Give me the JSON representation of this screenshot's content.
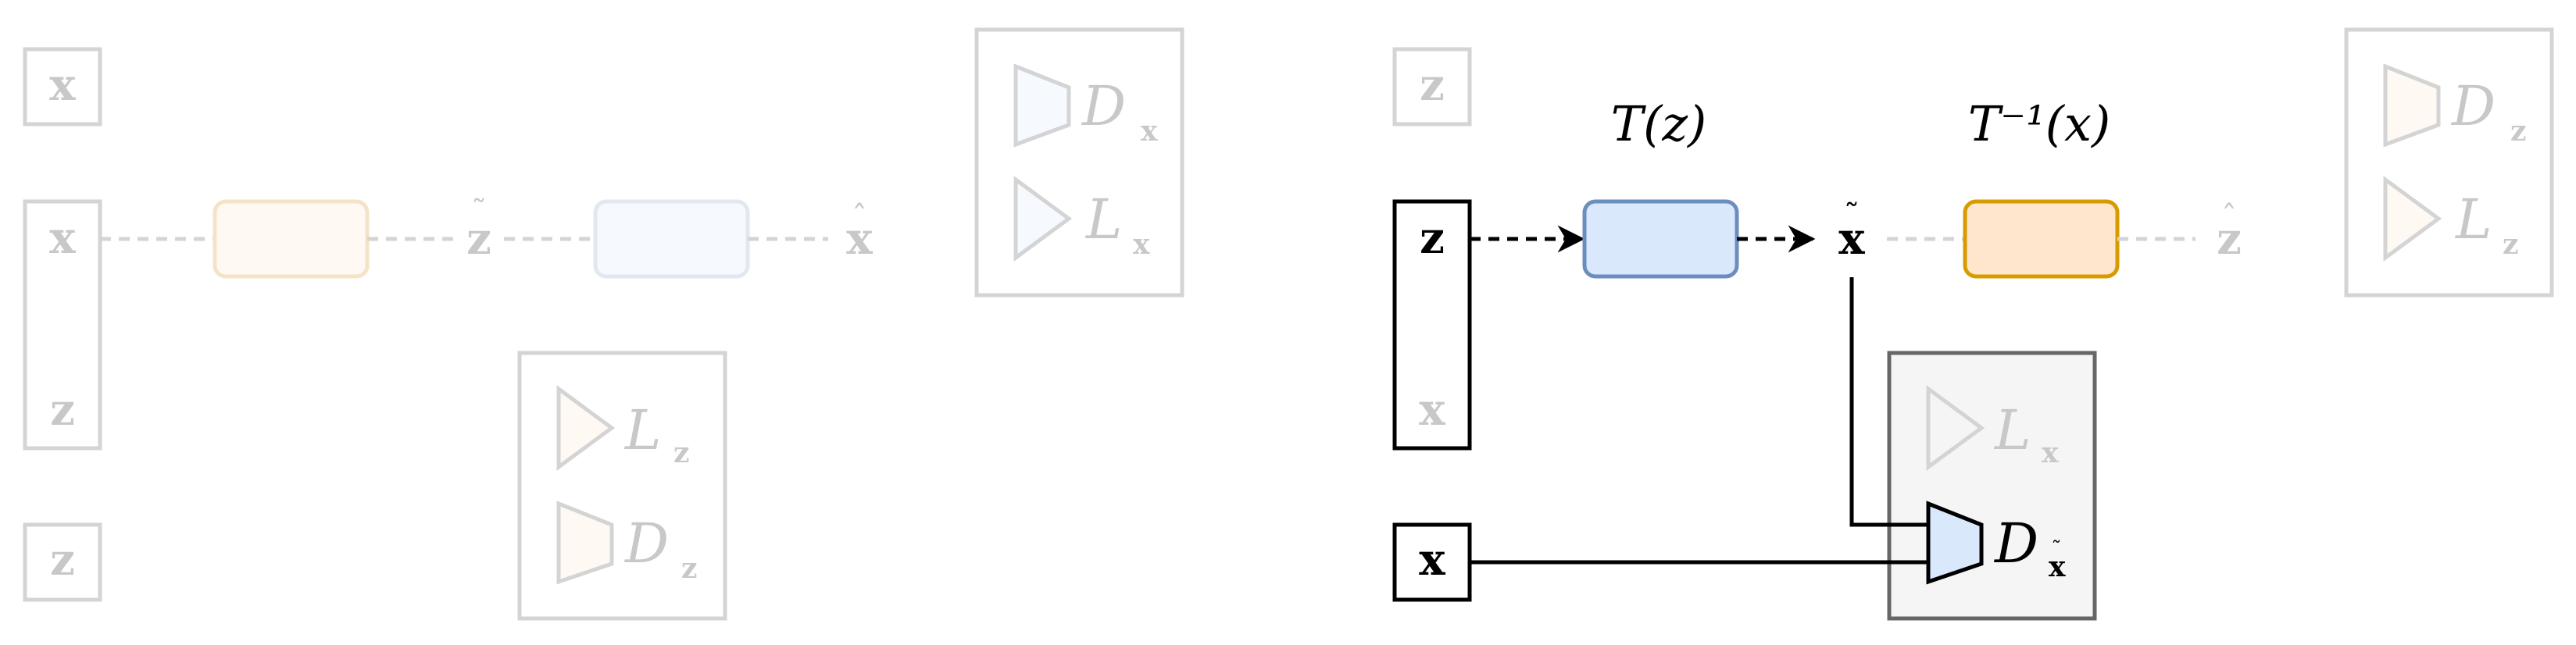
{
  "colors": {
    "faded_stroke": "#d4d4d4",
    "faded_text": "#c8c8c8",
    "active_stroke": "#000000",
    "blue_fill": "#dae8fc",
    "blue_stroke": "#6c8ebf",
    "orange_fill": "#ffe6cc",
    "orange_stroke": "#d79b00",
    "faded_blue_fill": "#f6f9fe",
    "faded_blue_stroke": "#e1e8f2",
    "faded_orange_fill": "#fff9f4",
    "faded_orange_stroke": "#f4e3c6",
    "disc_panel_fill": "#f5f5f5",
    "disc_panel_stroke": "#666666"
  },
  "left_panel": {
    "input_x_top": "x",
    "stack_top": "x",
    "stack_bottom": "z",
    "input_z_bottom": "z",
    "z_tilde": "z",
    "x_hat": "x",
    "disc_x_hat": {
      "symbol": "D",
      "sub": "x"
    },
    "loss_x_hat": {
      "symbol": "L",
      "sub": "x"
    },
    "loss_z_tilde": {
      "symbol": "L",
      "sub": "z"
    },
    "disc_z_tilde": {
      "symbol": "D",
      "sub": "z"
    }
  },
  "right_panel": {
    "input_z_top": "z",
    "stack_top": "z",
    "stack_bottom": "x",
    "input_x_bottom": "x",
    "generator_label": "T(z)",
    "inverse_label": "T⁻¹(x)",
    "x_tilde": "x",
    "z_hat": "z",
    "disc_z_hat": {
      "symbol": "D",
      "sub": "z"
    },
    "loss_z_hat": {
      "symbol": "L",
      "sub": "z"
    },
    "loss_x_tilde": {
      "symbol": "L",
      "sub": "x"
    },
    "disc_x_tilde": {
      "symbol": "D",
      "sub": "x"
    }
  }
}
